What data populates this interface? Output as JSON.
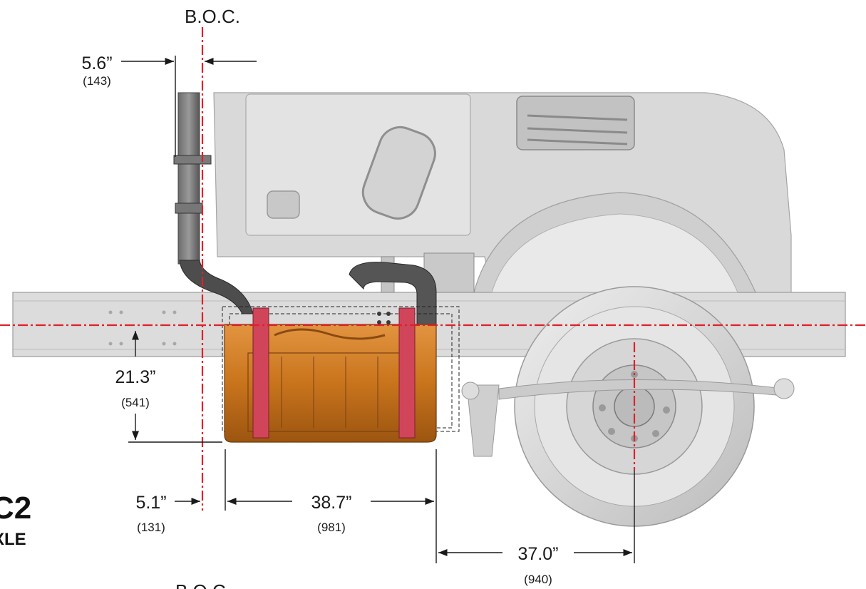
{
  "reference_label_top": "B.O.C.",
  "reference_label_bottom": "B.O.C.",
  "model_fragment": "C2",
  "axle_fragment": "XLE",
  "colors": {
    "centerline": "#e0202a",
    "cab": "#d9d9d9",
    "frame": "#dcdcdc",
    "aftertreatment": "#c8741c",
    "straps": "#d0455a",
    "dimension": "#1a1a1a"
  },
  "dimensions": {
    "stack_offset": {
      "inches": "5.6”",
      "mm": "(143)"
    },
    "frame_drop": {
      "inches": "21.3”",
      "mm": "(541)"
    },
    "unit_offset": {
      "inches": "5.1”",
      "mm": "(131)"
    },
    "unit_length": {
      "inches": "38.7”",
      "mm": "(981)"
    },
    "unit_to_axle": {
      "inches": "37.0”",
      "mm": "(940)"
    }
  }
}
